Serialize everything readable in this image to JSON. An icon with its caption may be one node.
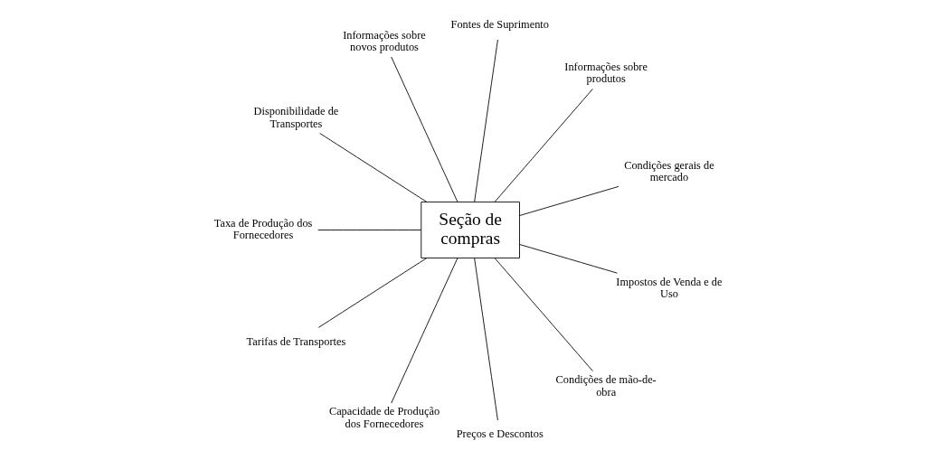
{
  "diagram": {
    "nodes": [
      {
        "text": [
          "Seção de compras"
        ]
      },
      {
        "text": [
          "Condições gerais de mercado"
        ]
      },
      {
        "text": [
          "Informações sobre produtos"
        ]
      },
      {
        "text": [
          "Fontes de Suprimento"
        ]
      },
      {
        "text": [
          "Informações sobre novos produtos"
        ]
      },
      {
        "text": [
          "Disponibilidade de Transportes"
        ]
      },
      {
        "text": [
          "Taxa de Produção dos Fornecedores"
        ]
      },
      {
        "text": [
          "Tarifas de Transportes"
        ]
      },
      {
        "text": [
          "Capacidade de Produção dos Fornecedores"
        ]
      },
      {
        "text": [
          "Preços e Descontos"
        ]
      },
      {
        "text": [
          "Condições de mão-de-obra"
        ]
      },
      {
        "text": [
          "Impostos de Venda e de Uso"
        ]
      }
    ],
    "edges": [
      {
        "from": 0,
        "to": 1,
        "arrow": "none"
      },
      {
        "from": 0,
        "to": 2,
        "arrow": "none"
      },
      {
        "from": 0,
        "to": 3,
        "arrow": "none"
      },
      {
        "from": 0,
        "to": 4,
        "arrow": "none"
      },
      {
        "from": 0,
        "to": 5,
        "arrow": "none"
      },
      {
        "from": 0,
        "to": 6,
        "arrow": "none"
      },
      {
        "from": 0,
        "to": 7,
        "arrow": "none"
      },
      {
        "from": 0,
        "to": 8,
        "arrow": "none"
      },
      {
        "from": 0,
        "to": 9,
        "arrow": "none"
      },
      {
        "from": 0,
        "to": 10,
        "arrow": "none"
      },
      {
        "from": 0,
        "to": 11,
        "arrow": "none"
      }
    ]
  }
}
